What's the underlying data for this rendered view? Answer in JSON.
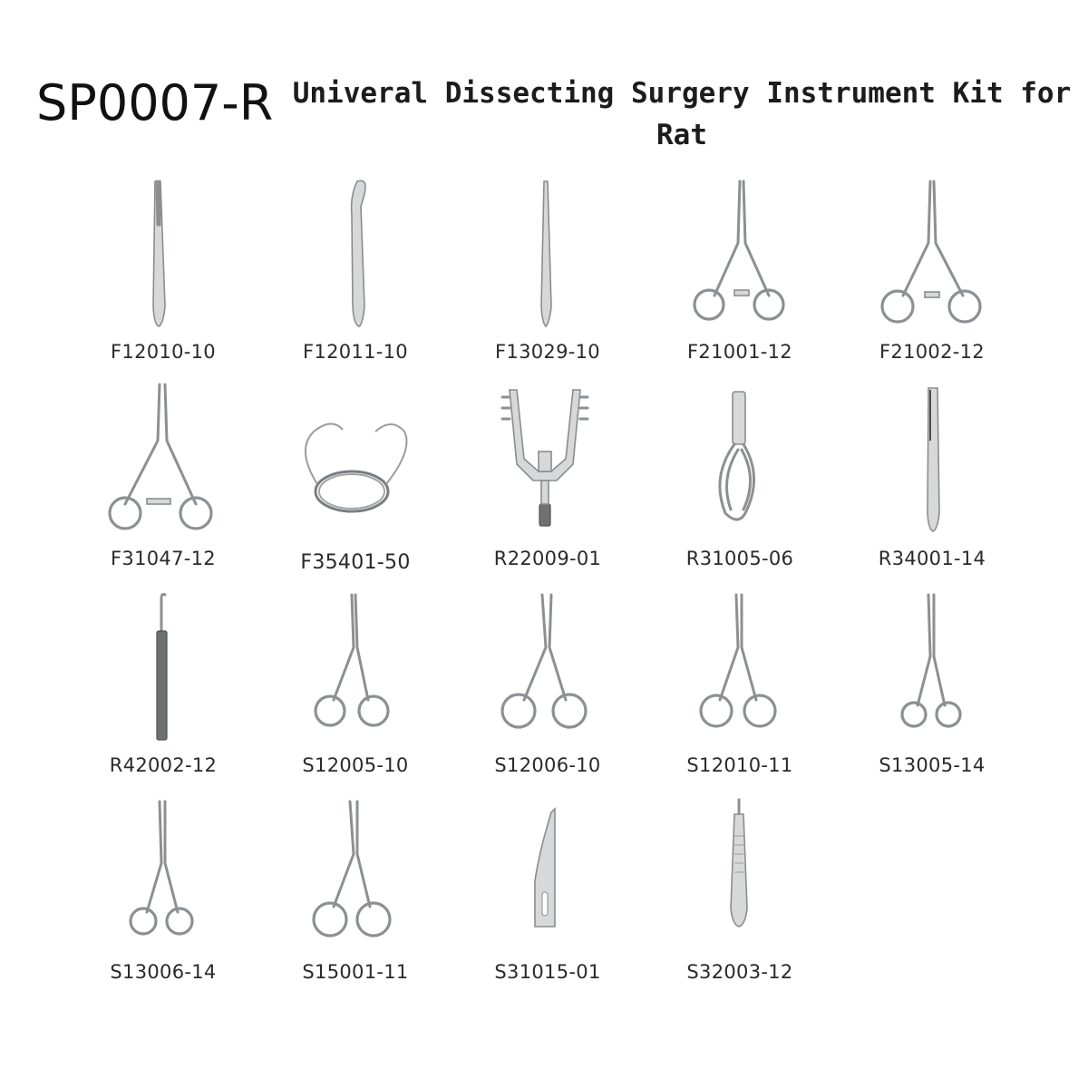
{
  "header": {
    "product_code": "SP0007-R",
    "kit_title": "Univeral Dissecting Surgery Instrument Kit for Rat"
  },
  "instruments": [
    {
      "code": "F12010-10",
      "icon": "straight-forceps-icon"
    },
    {
      "code": "F12011-10",
      "icon": "curved-forceps-icon"
    },
    {
      "code": "F13029-10",
      "icon": "fine-tweezers-icon"
    },
    {
      "code": "F21001-12",
      "icon": "needle-holder-icon"
    },
    {
      "code": "F21002-12",
      "icon": "needle-holder-icon"
    },
    {
      "code": "F31047-12",
      "icon": "hemostat-icon"
    },
    {
      "code": "F35401-50",
      "icon": "suture-thread-icon"
    },
    {
      "code": "R22009-01",
      "icon": "retractor-icon"
    },
    {
      "code": "R31005-06",
      "icon": "clip-icon"
    },
    {
      "code": "R34001-14",
      "icon": "dressing-forceps-icon"
    },
    {
      "code": "R42002-12",
      "icon": "hook-probe-icon"
    },
    {
      "code": "S12005-10",
      "icon": "scissors-icon"
    },
    {
      "code": "S12006-10",
      "icon": "scissors-icon"
    },
    {
      "code": "S12010-11",
      "icon": "scissors-icon"
    },
    {
      "code": "S13005-14",
      "icon": "long-scissors-icon"
    },
    {
      "code": "S13006-14",
      "icon": "long-scissors-icon"
    },
    {
      "code": "S15001-11",
      "icon": "scissors-icon"
    },
    {
      "code": "S31015-01",
      "icon": "scalpel-blade-icon"
    },
    {
      "code": "S32003-12",
      "icon": "scalpel-handle-icon"
    }
  ]
}
